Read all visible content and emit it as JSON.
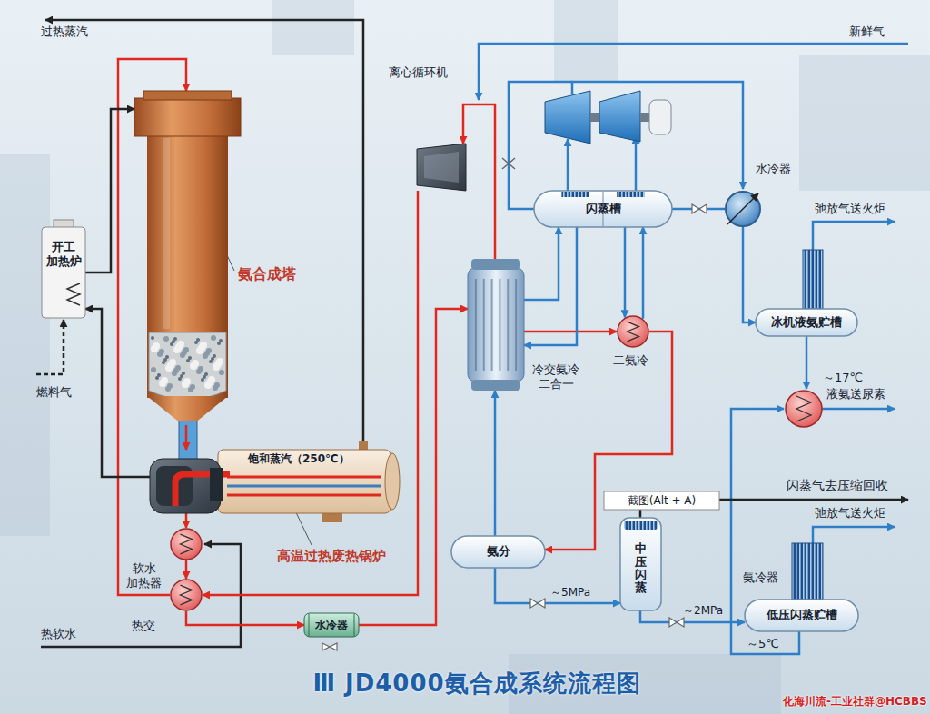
{
  "diagram": {
    "title": "Ⅲ JD4000氨合成系统流程图",
    "nodes": [
      {
        "text": [
          "氨合成塔"
        ]
      },
      {
        "text": [
          "开工 加热炉"
        ]
      },
      {
        "text": [
          "离心循环机"
        ]
      },
      {
        "text": [
          "闪蒸槽"
        ]
      },
      {
        "text": [
          "水冷器"
        ]
      },
      {
        "text": [
          "冷交氨冷 二合一"
        ]
      },
      {
        "text": [
          "二氨冷"
        ]
      },
      {
        "text": [
          "冰机液氨贮槽"
        ]
      },
      {
        "text": [
          "饱和蒸汽（250℃）",
          "高温过热废热锅炉"
        ]
      },
      {
        "text": [
          "截图(Alt + A)"
        ]
      },
      {
        "text": [
          "中压闪蒸"
        ]
      },
      {
        "text": [
          "氨分"
        ]
      },
      {
        "text": [
          "软水 加热器"
        ]
      },
      {
        "text": [
          "热交"
        ]
      },
      {
        "text": [
          "低压闪蒸贮槽"
        ]
      },
      {
        "text": [
          "水冷器"
        ]
      }
    ],
    "edges": [
      {
        "from": 2,
        "to": 13,
        "arrow": "to"
      },
      {
        "from": 13,
        "to": 0,
        "arrow": "to"
      },
      {
        "from": 0,
        "to": 8,
        "arrow": "to"
      },
      {
        "from": 8,
        "to": 12,
        "arrow": "to"
      },
      {
        "from": 12,
        "to": 13,
        "arrow": "to"
      },
      {
        "from": 13,
        "to": 15,
        "arrow": "to"
      },
      {
        "from": 15,
        "to": 5,
        "arrow": "to"
      },
      {
        "from": 5,
        "to": 6,
        "arrow": "to"
      },
      {
        "from": 6,
        "to": 11,
        "arrow": "to"
      },
      {
        "from": 11,
        "to": 5,
        "arrow": "to"
      },
      {
        "from": 5,
        "to": 2,
        "arrow": "to"
      },
      {
        "from": 5,
        "to": 3,
        "arrow": "to"
      },
      {
        "from": 3,
        "to": 5,
        "arrow": "to"
      },
      {
        "from": 3,
        "to": 6,
        "arrow": "to"
      },
      {
        "from": 6,
        "to": 3,
        "arrow": "to"
      },
      {
        "from": 3,
        "to": 4,
        "arrow": "none"
      },
      {
        "from": 4,
        "to": 7,
        "arrow": "to"
      },
      {
        "from": 8,
        "to": 1,
        "arrow": "to"
      },
      {
        "from": 1,
        "to": 0,
        "arrow": "to"
      },
      {
        "from": 11,
        "to": 10,
        "label": "～5MPa",
        "arrow": "to"
      },
      {
        "from": 10,
        "to": 14,
        "label": "～2MPa",
        "arrow": "to"
      }
    ],
    "labels": [
      "过热蒸汽",
      "新鲜气",
      "弛放气送火炬",
      "～17℃",
      "液氨送尿素",
      "燃料气",
      "闪蒸气去压缩回收",
      "弛放气送火炬",
      "氨冷器",
      "热软水",
      "～5℃",
      "化海川流-工业社群@HCBBS"
    ]
  }
}
